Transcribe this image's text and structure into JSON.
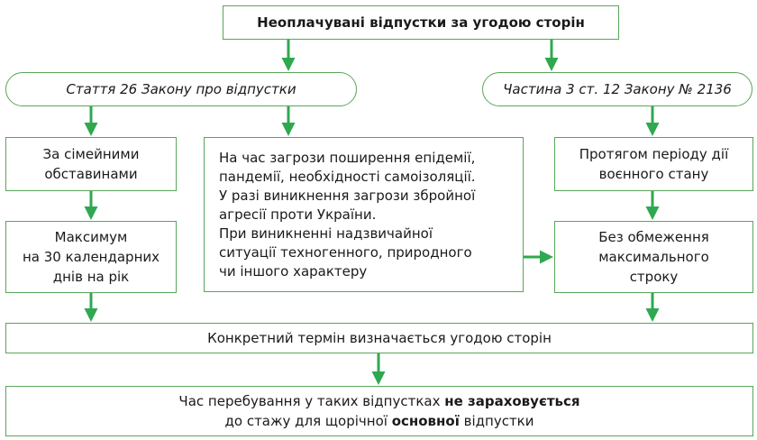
{
  "colors": {
    "border": "#5aa55a",
    "arrow": "#2fa84f",
    "text": "#1a1a1a"
  },
  "title": "Неоплачувані відпустки за угодою сторін",
  "article26": "Стаття 26 Закону про відпустки",
  "part3": "Частина 3 ст. 12 Закону № 2136",
  "family": [
    "За сімейними",
    "обставинами"
  ],
  "epidemic": [
    "На час загрози поширення епідемії,",
    "пандемії, необхідності самоізоляції.",
    "У разі виникнення загрози збройної",
    "агресії проти України.",
    "При виникненні надзвичайної",
    "ситуації техногенного, природного",
    "чи іншого характеру"
  ],
  "martial": [
    "Протягом періоду дії",
    "воєнного стану"
  ],
  "max30": [
    "Максимум",
    "на 30 календарних",
    "днів на рік"
  ],
  "nolimit": [
    "Без обмеження",
    "максимального",
    "строку"
  ],
  "term": "Конкретний термін визначається угодою сторін",
  "final": {
    "line1_pre": "Час перебування у таких відпустках ",
    "line1_bold": "не зараховується",
    "line2_pre": "до стажу для щорічної ",
    "line2_bold": "основної",
    "line2_post": " відпустки"
  }
}
